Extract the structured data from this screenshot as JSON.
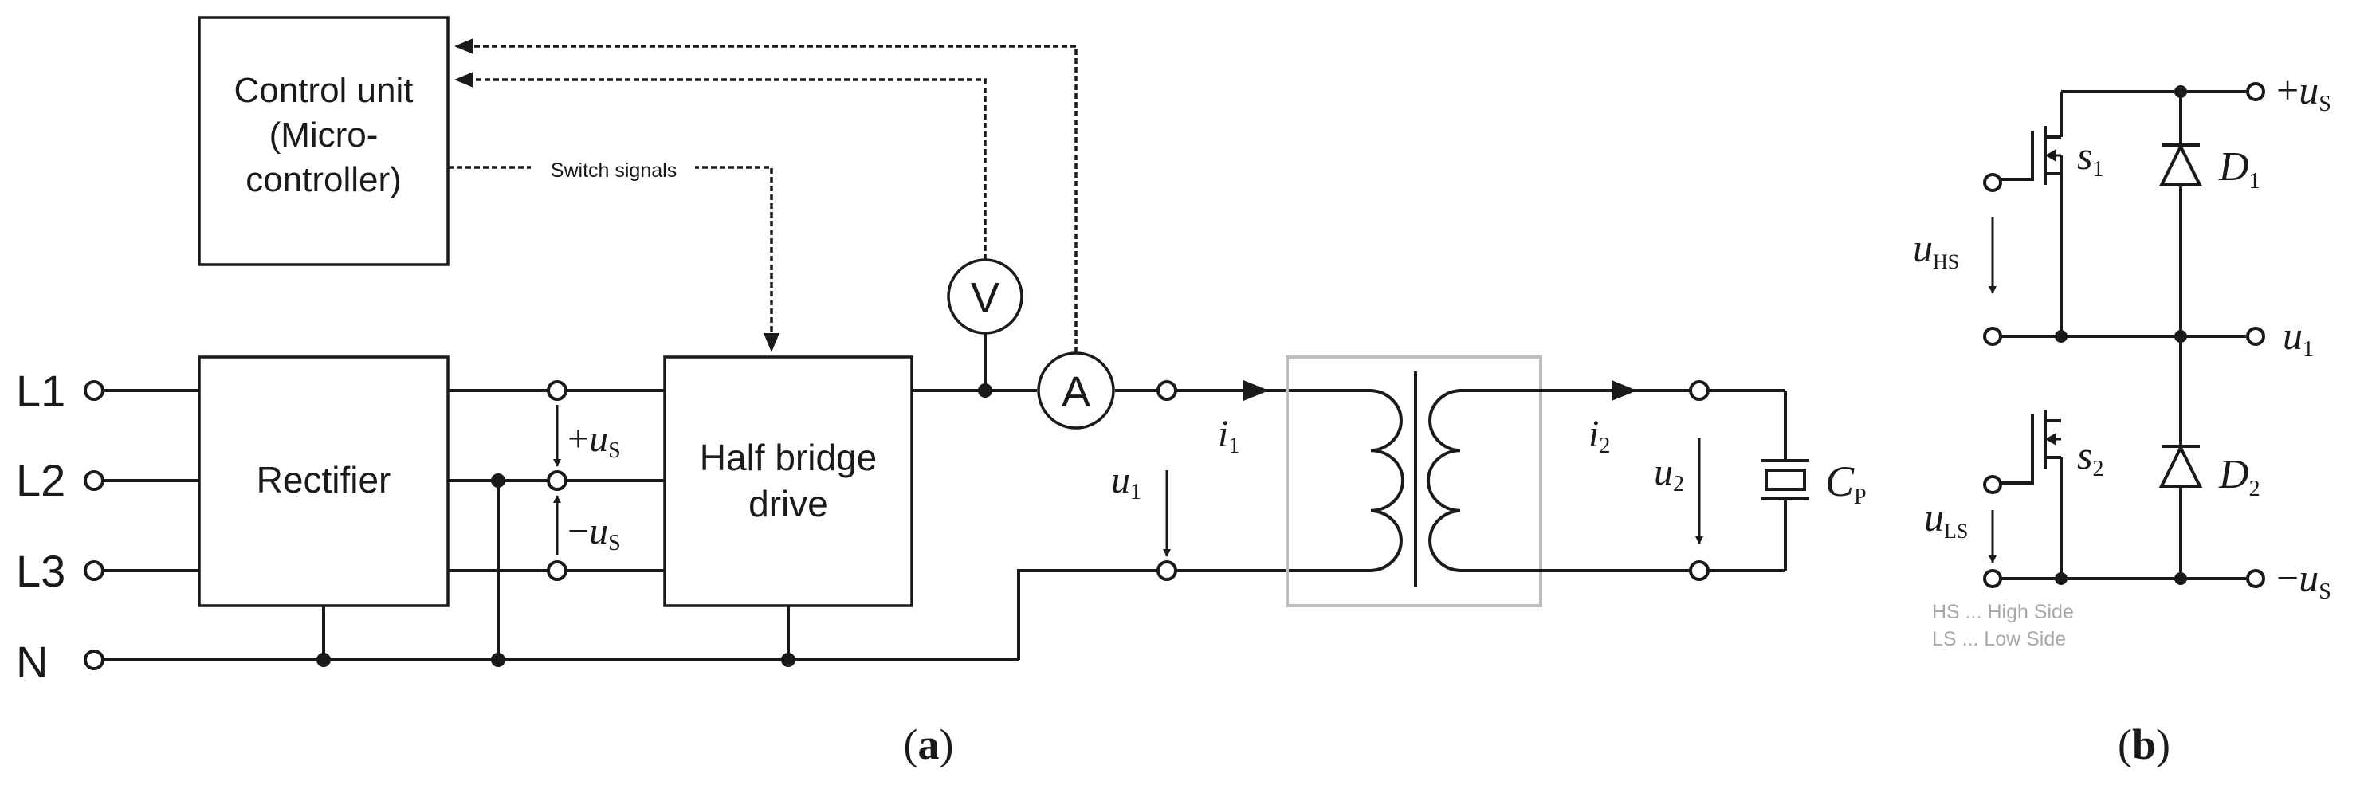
{
  "panel_a": {
    "caption_open": "(",
    "caption_letter": "a",
    "caption_close": ")",
    "control_unit": {
      "line1": "Control unit",
      "line2": "(Micro-",
      "line3": "controller)"
    },
    "switch_signals": "Switch signals",
    "rectifier": "Rectifier",
    "half_bridge": {
      "line1": "Half bridge",
      "line2": "drive"
    },
    "inputs": [
      "L1",
      "L2",
      "L3",
      "N"
    ],
    "voltmeter": "V",
    "ammeter": "A",
    "plus_us": {
      "sign": "+",
      "sym": "u",
      "sub": "S"
    },
    "minus_us": {
      "sign": "−",
      "sym": "u",
      "sub": "S"
    },
    "u1": {
      "sym": "u",
      "sub": "1"
    },
    "u2": {
      "sym": "u",
      "sub": "2"
    },
    "i1": {
      "sym": "i",
      "sub": "1"
    },
    "i2": {
      "sym": "i",
      "sub": "2"
    },
    "cp": {
      "sym": "C",
      "sub": "P"
    }
  },
  "panel_b": {
    "caption_open": "(",
    "caption_letter": "b",
    "caption_close": ")",
    "plus_us": {
      "sign": "+",
      "sym": "u",
      "sub": "S"
    },
    "minus_us": {
      "sign": "−",
      "sym": "u",
      "sub": "S"
    },
    "u1": {
      "sym": "u",
      "sub": "1"
    },
    "s1": {
      "sym": "s",
      "sub": "1"
    },
    "s2": {
      "sym": "s",
      "sub": "2"
    },
    "d1": {
      "sym": "D",
      "sub": "1"
    },
    "d2": {
      "sym": "D",
      "sub": "2"
    },
    "uhs": {
      "sym": "u",
      "sub": "HS"
    },
    "uls": {
      "sym": "u",
      "sub": "LS"
    },
    "note_hs": "HS ... High Side",
    "note_ls": "LS ... Low Side"
  }
}
